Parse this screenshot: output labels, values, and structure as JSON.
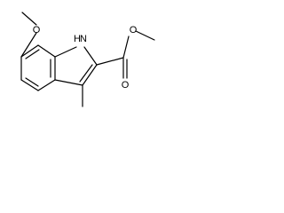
{
  "structure": {
    "atoms": {
      "methoxy_oxygen": "O",
      "nh_hydrogen": "H",
      "nh_nitrogen": "N",
      "ester_single_oxygen": "O",
      "ester_carbonyl_oxygen": "O"
    }
  },
  "colors": {
    "bond": "#000000",
    "text": "#000000",
    "background": "#ffffff"
  }
}
